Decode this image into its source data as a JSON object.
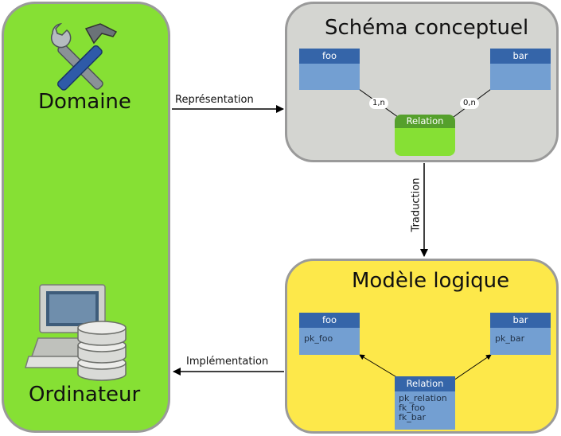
{
  "domain_panel": {
    "title": "Domaine",
    "bottom_title": "Ordinateur",
    "top_icon": "tools-icon",
    "bottom_icon": "computer-database-icon"
  },
  "schema_panel": {
    "title": "Schéma conceptuel",
    "entities": [
      {
        "name": "foo"
      },
      {
        "name": "bar"
      }
    ],
    "relation": {
      "name": "Relation"
    },
    "cardinalities": [
      "1,n",
      "0,n"
    ]
  },
  "logic_panel": {
    "title": "Modèle logique",
    "entities": [
      {
        "name": "foo",
        "fields": [
          "pk_foo"
        ]
      },
      {
        "name": "bar",
        "fields": [
          "pk_bar"
        ]
      }
    ],
    "relation": {
      "name": "Relation",
      "fields": [
        "pk_relation",
        "fk_foo",
        "fk_bar"
      ]
    }
  },
  "arrows": {
    "representation": "Représentation",
    "traduction": "Traduction",
    "implementation": "Implémentation"
  },
  "colors": {
    "domain_green": "#86e034",
    "schema_gray": "#d4d5d1",
    "logic_yellow": "#fde84a",
    "entity_blue_dark": "#3565a9",
    "entity_blue_light": "#739fd2",
    "relation_green_dark": "#55a02c"
  }
}
